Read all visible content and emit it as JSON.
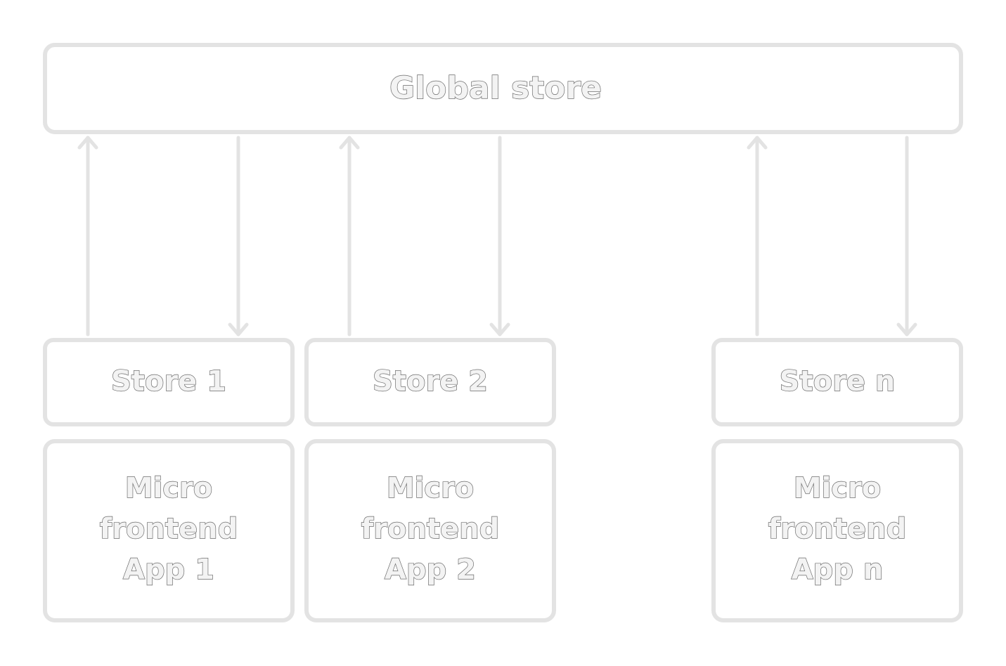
{
  "global_store": {
    "label": "Global store"
  },
  "columns": [
    {
      "store_label": "Store 1",
      "app_lines": [
        "Micro",
        "frontend",
        "App 1"
      ]
    },
    {
      "store_label": "Store 2",
      "app_lines": [
        "Micro",
        "frontend",
        "App 2"
      ]
    },
    {
      "store_label": "Store n",
      "app_lines": [
        "Micro",
        "frontend",
        "App n"
      ]
    }
  ],
  "colors": {
    "stroke": "#e3e3e3",
    "text_fill": "#f3f3f3",
    "text_outline": "#6a6a6a"
  }
}
